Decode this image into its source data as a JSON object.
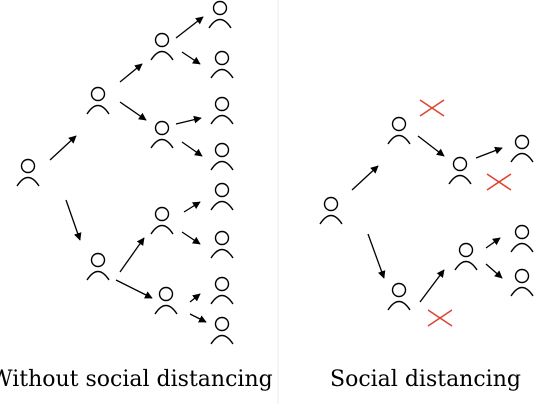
{
  "panels": [
    {
      "caption": "Without social distancing",
      "edges_blocked": []
    },
    {
      "caption": "Social distancing",
      "edges_blocked": [
        "crossed-out contacts"
      ]
    }
  ],
  "colors": {
    "person_stroke": "#000000",
    "arrow": "#000000",
    "cross": "#e0412f",
    "divider": "#e6eef3"
  },
  "icons": {
    "person": "person-outline-icon",
    "blocked": "red-x-cross-icon"
  }
}
